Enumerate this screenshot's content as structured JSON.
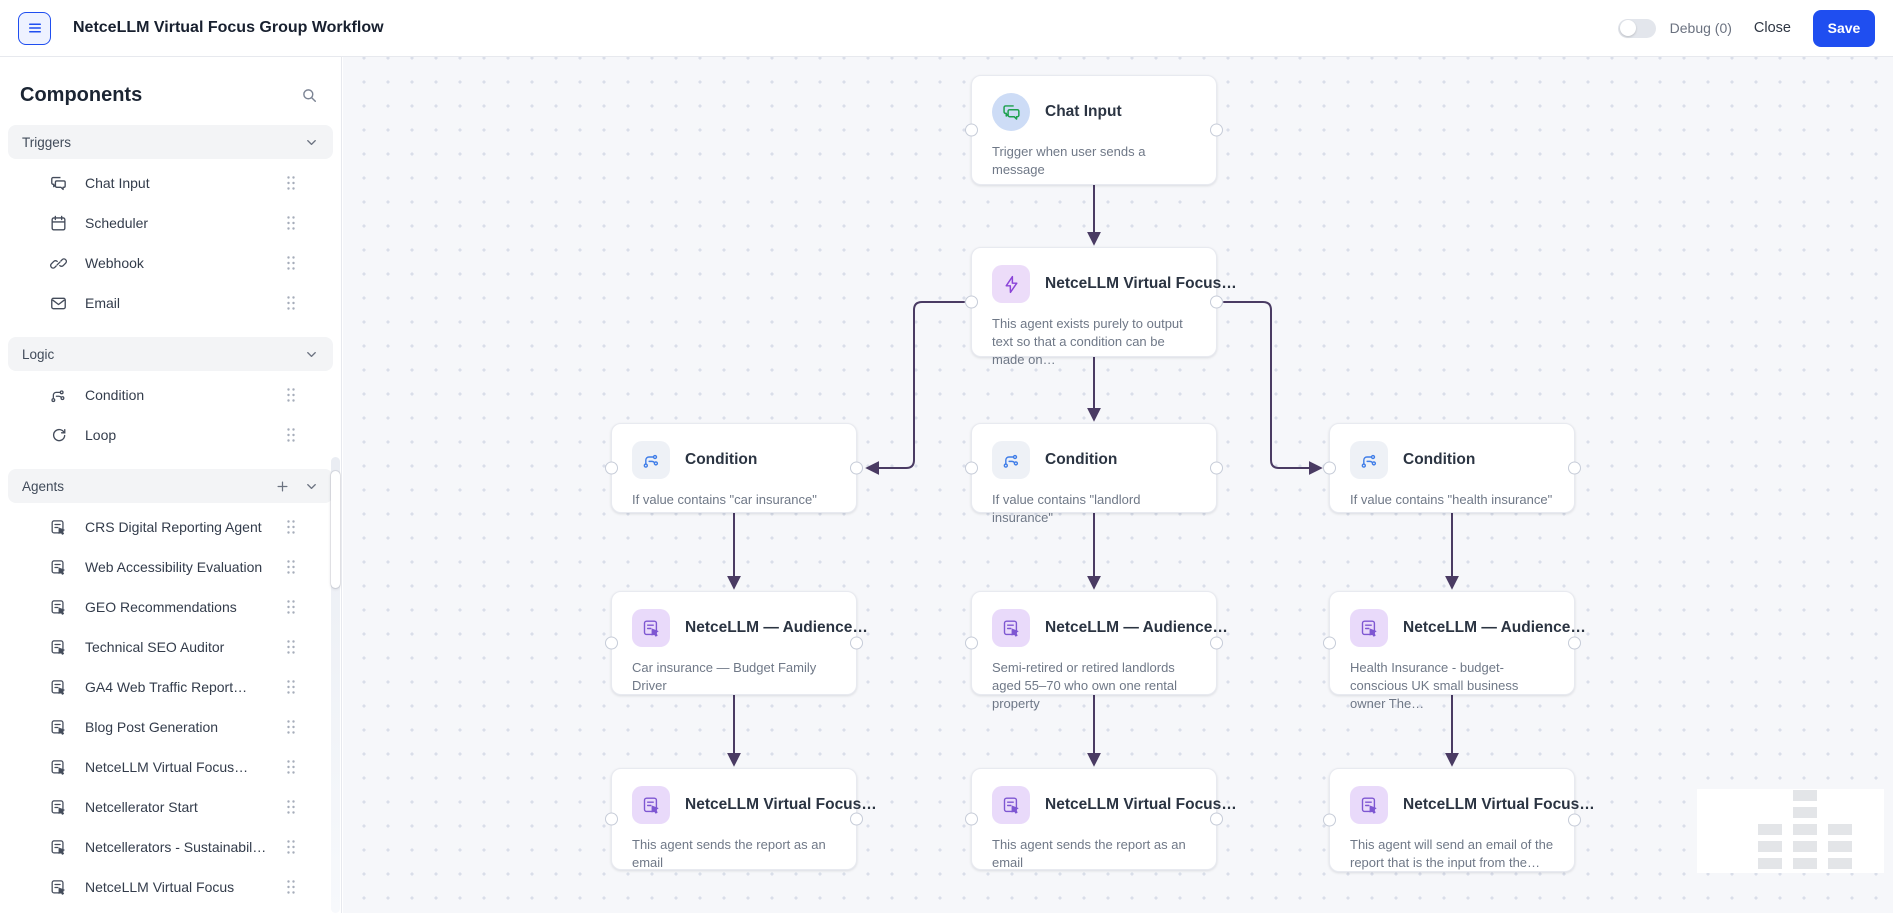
{
  "header": {
    "title": "NetceLLM Virtual Focus Group Workflow",
    "debug_label": "Debug (0)",
    "debug_on": false,
    "close_label": "Close",
    "save_label": "Save"
  },
  "sidebar": {
    "title": "Components",
    "sections": [
      {
        "label": "Triggers",
        "items": [
          {
            "label": "Chat Input",
            "icon": "chat-icon"
          },
          {
            "label": "Scheduler",
            "icon": "calendar-icon"
          },
          {
            "label": "Webhook",
            "icon": "link-icon"
          },
          {
            "label": "Email",
            "icon": "mail-icon"
          }
        ]
      },
      {
        "label": "Logic",
        "items": [
          {
            "label": "Condition",
            "icon": "branch-icon"
          },
          {
            "label": "Loop",
            "icon": "loop-icon"
          }
        ]
      },
      {
        "label": "Agents",
        "items": [
          {
            "label": "CRS Digital Reporting Agent",
            "icon": "agent-icon"
          },
          {
            "label": "Web Accessibility Evaluation",
            "icon": "agent-icon"
          },
          {
            "label": "GEO Recommendations",
            "icon": "agent-icon"
          },
          {
            "label": "Technical SEO Auditor",
            "icon": "agent-icon"
          },
          {
            "label": "GA4 Web Traffic Report…",
            "icon": "agent-icon"
          },
          {
            "label": "Blog Post Generation",
            "icon": "agent-icon"
          },
          {
            "label": "NetceLLM Virtual Focus…",
            "icon": "agent-icon"
          },
          {
            "label": "Netcellerator Start",
            "icon": "agent-icon"
          },
          {
            "label": "Netcellerators - Sustainabil…",
            "icon": "agent-icon"
          },
          {
            "label": "NetceLLM Virtual Focus",
            "icon": "agent-icon"
          }
        ]
      }
    ]
  },
  "canvas": {
    "nodes": [
      {
        "title": "Chat Input",
        "desc": "Trigger when user sends a message",
        "icon": "chat-icon"
      },
      {
        "title": "NetceLLM Virtual Focus…",
        "desc": "This agent exists purely to output text so that a condition can be made on…",
        "icon": "lightning-icon"
      },
      {
        "title": "Condition",
        "desc": "If value contains \"car insurance\"",
        "icon": "branch-icon"
      },
      {
        "title": "Condition",
        "desc": "If value contains \"landlord insurance\"",
        "icon": "branch-icon"
      },
      {
        "title": "Condition",
        "desc": "If value contains \"health insurance\"",
        "icon": "branch-icon"
      },
      {
        "title": "NetceLLM — Audience…",
        "desc": "Car insurance — Budget Family Driver",
        "icon": "agent-icon"
      },
      {
        "title": "NetceLLM — Audience…",
        "desc": "Semi-retired or retired landlords aged 55–70 who own one rental property",
        "icon": "agent-icon"
      },
      {
        "title": "NetceLLM — Audience…",
        "desc": "Health Insurance - budget-conscious UK small business owner The…",
        "icon": "agent-icon"
      },
      {
        "title": "NetceLLM Virtual Focus…",
        "desc": "This agent sends the report as an email",
        "icon": "agent-icon"
      },
      {
        "title": "NetceLLM Virtual Focus…",
        "desc": "This agent sends the report as an email",
        "icon": "agent-icon"
      },
      {
        "title": "NetceLLM Virtual Focus…",
        "desc": "This agent will send an email of the report that is the input from the…",
        "icon": "agent-icon"
      }
    ]
  },
  "colors": {
    "accent_blue": "#1f4ef0",
    "edge_purple": "#4a3b63",
    "chat_icon_green": "#1ca04d",
    "lightning_purple": "#8b44d8",
    "condition_blue": "#3f7de8",
    "agent_purple": "#7e57d2"
  }
}
